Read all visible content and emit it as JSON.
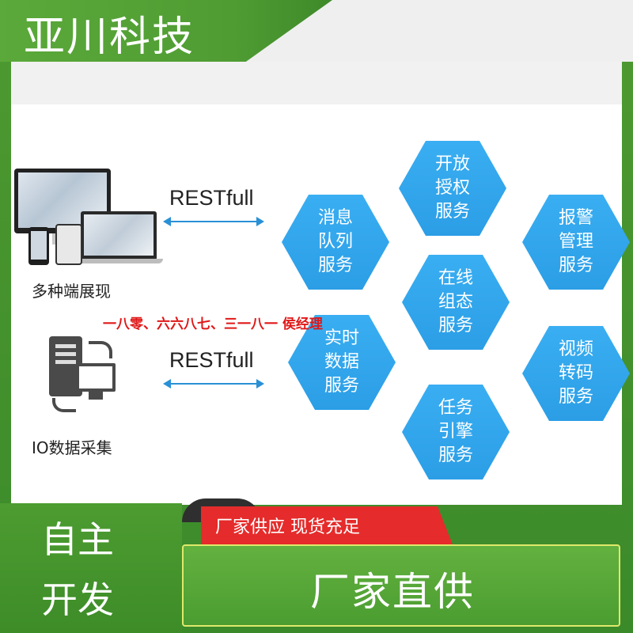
{
  "brand": {
    "name": "亚川科技"
  },
  "left": {
    "devices_label": "多种端展现",
    "io_label": "IO数据采集"
  },
  "links": {
    "top_label": "RESTfull",
    "bottom_label": "RESTfull"
  },
  "services": [
    {
      "label": "消息\n队列\n服务"
    },
    {
      "label": "开放\n授权\n服务"
    },
    {
      "label": "报警\n管理\n服务"
    },
    {
      "label": "在线\n组态\n服务"
    },
    {
      "label": "实时\n数据\n服务"
    },
    {
      "label": "视频\n转码\n服务"
    },
    {
      "label": "任务\n引擎\n服务"
    }
  ],
  "overlay": {
    "contact": "一八零、六六八七、三一八一 侯经理"
  },
  "banner": {
    "left_line1": "自主",
    "left_line2": "开发",
    "ribbon": "厂家供应  现货充足",
    "main": "厂家直供"
  },
  "colors": {
    "brand_green": "#4e9a31",
    "hex_blue": "#2b9ee6",
    "ribbon_red": "#e52b2b",
    "overlay_red": "#e01818"
  }
}
